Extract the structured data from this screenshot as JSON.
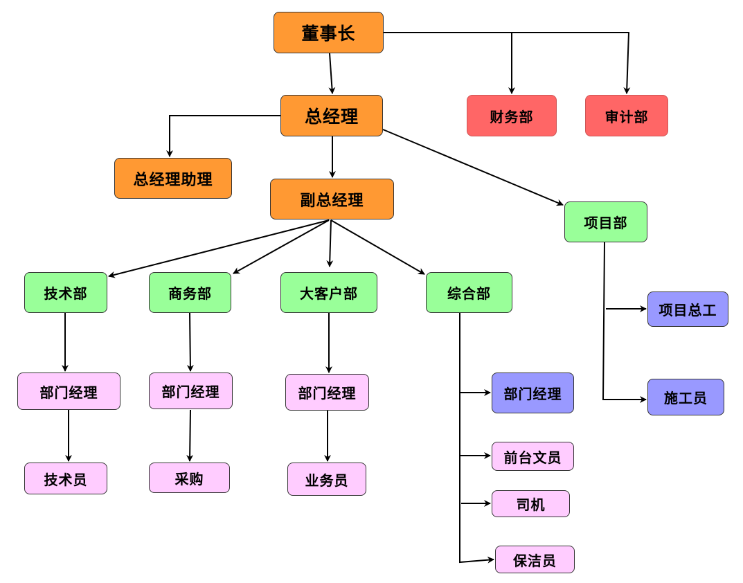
{
  "colors": {
    "executive": "#FF9933",
    "finance_audit": "#FF6666",
    "department": "#99FF99",
    "staff": "#FFCCFF",
    "project_staff": "#9999FF"
  },
  "nodes": {
    "chairman": "董事长",
    "general_manager": "总经理",
    "finance": "财务部",
    "audit": "审计部",
    "gm_assistant": "总经理助理",
    "deputy_gm": "副总经理",
    "project_dept": "项目部",
    "tech_dept": "技术部",
    "business_dept": "商务部",
    "key_account_dept": "大客户部",
    "general_affairs_dept": "综合部",
    "project_chief_engineer": "项目总工",
    "tech_manager": "部门经理",
    "business_manager": "部门经理",
    "key_account_manager": "部门经理",
    "general_affairs_manager": "部门经理",
    "constructor": "施工员",
    "receptionist": "前台文员",
    "technician": "技术员",
    "purchasing": "采购",
    "salesperson": "业务员",
    "driver": "司机",
    "cleaner": "保洁员"
  }
}
